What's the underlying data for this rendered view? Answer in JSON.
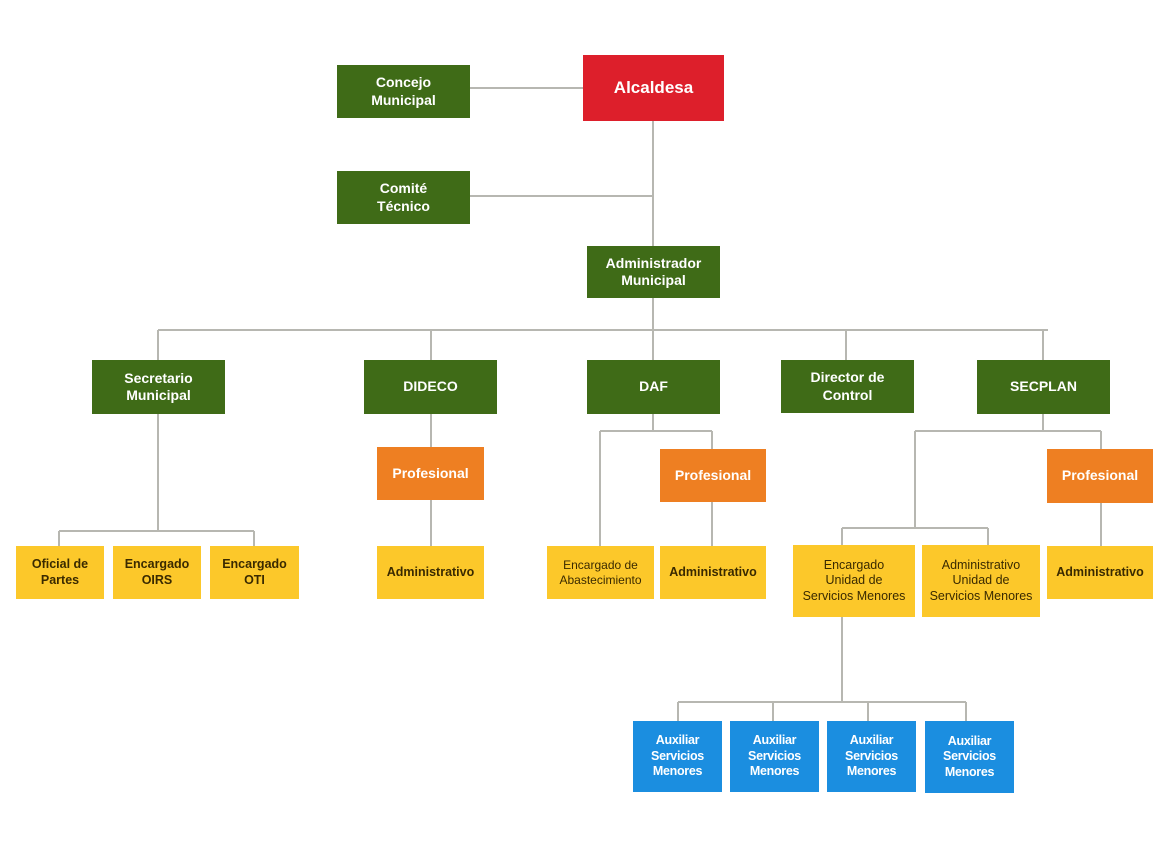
{
  "nodes": {
    "alcaldesa": "Alcaldesa",
    "concejo": "Concejo\nMunicipal",
    "comite": "Comité\nTécnico",
    "administrador": "Administrador\nMunicipal",
    "secretario": "Secretario\nMunicipal",
    "dideco": "DIDECO",
    "daf": "DAF",
    "director_control": "Director de\nControl",
    "secplan": "SECPLAN",
    "oficial_partes": "Oficial de\nPartes",
    "encargado_oirs": "Encargado\nOIRS",
    "encargado_oti": "Encargado\nOTI",
    "dideco_profesional": "Profesional",
    "dideco_administrativo": "Administrativo",
    "daf_encargado_abastecimiento": "Encargado de\nAbastecimiento",
    "daf_profesional": "Profesional",
    "daf_administrativo": "Administrativo",
    "secplan_encargado_usm": "Encargado\nUnidad de\nServicios Menores",
    "secplan_administrativo_usm": "Administrativo\nUnidad de\nServicios Menores",
    "secplan_profesional": "Profesional",
    "secplan_administrativo": "Administrativo",
    "auxiliar_1": "Auxiliar\nServicios\nMenores",
    "auxiliar_2": "Auxiliar\nServicios\nMenores",
    "auxiliar_3": "Auxiliar\nServicios\nMenores",
    "auxiliar_4": "Auxiliar\nServicios\nMenores"
  },
  "colors": {
    "executive": "#dd1f2b",
    "department": "#3f6b17",
    "professional": "#ee7f22",
    "staff": "#fcc82a",
    "auxiliary": "#1b8ee0",
    "connector": "#b7b7b1"
  }
}
